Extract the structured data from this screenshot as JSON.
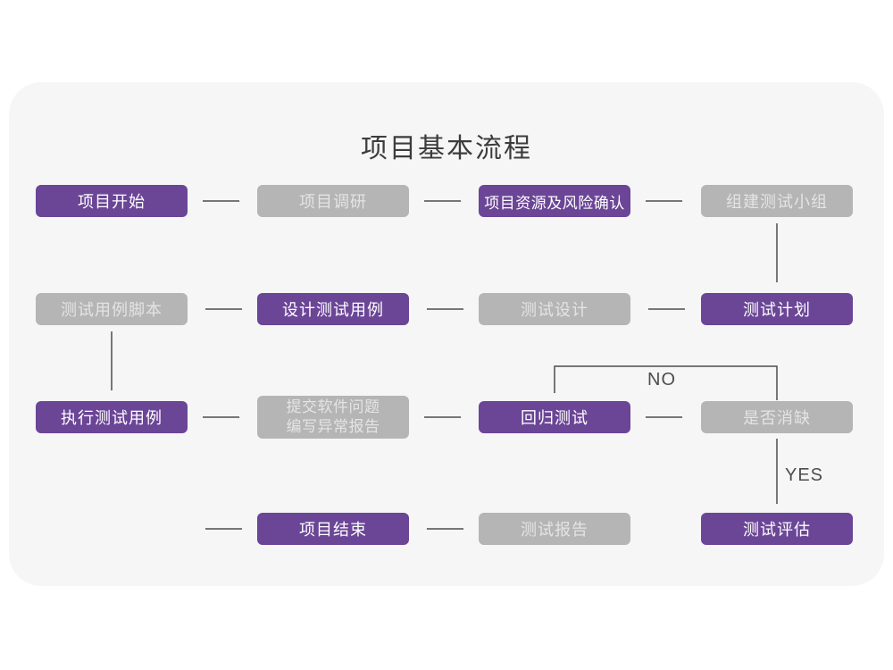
{
  "title": "项目基本流程",
  "colors": {
    "accent_purple": "#6b4596",
    "node_gray": "#b5b5b5",
    "card_background": "#f6f6f7",
    "arrow": "#4d4d4d"
  },
  "nodes": {
    "project_start": {
      "label": "项目开始",
      "variant": "purple"
    },
    "project_research": {
      "label": "项目调研",
      "variant": "gray"
    },
    "resources_risk": {
      "label": "项目资源及风险确认",
      "variant": "purple"
    },
    "build_test_team": {
      "label": "组建测试小组",
      "variant": "gray"
    },
    "test_case_script": {
      "label": "测试用例脚本",
      "variant": "gray"
    },
    "design_test_case": {
      "label": "设计测试用例",
      "variant": "purple"
    },
    "test_design": {
      "label": "测试设计",
      "variant": "gray"
    },
    "test_plan": {
      "label": "测试计划",
      "variant": "purple"
    },
    "execute_test_case": {
      "label": "执行测试用例",
      "variant": "purple"
    },
    "submit_issue": {
      "line1": "提交软件问题",
      "line2": "编写异常报告",
      "variant": "gray"
    },
    "regression_test": {
      "label": "回归测试",
      "variant": "purple"
    },
    "defect_resolved": {
      "label": "是否消缺",
      "variant": "gray"
    },
    "project_end": {
      "label": "项目结束",
      "variant": "purple"
    },
    "test_report": {
      "label": "测试报告",
      "variant": "gray"
    },
    "test_evaluation": {
      "label": "测试评估",
      "variant": "purple"
    }
  },
  "edge_labels": {
    "no": "NO",
    "yes": "YES"
  }
}
